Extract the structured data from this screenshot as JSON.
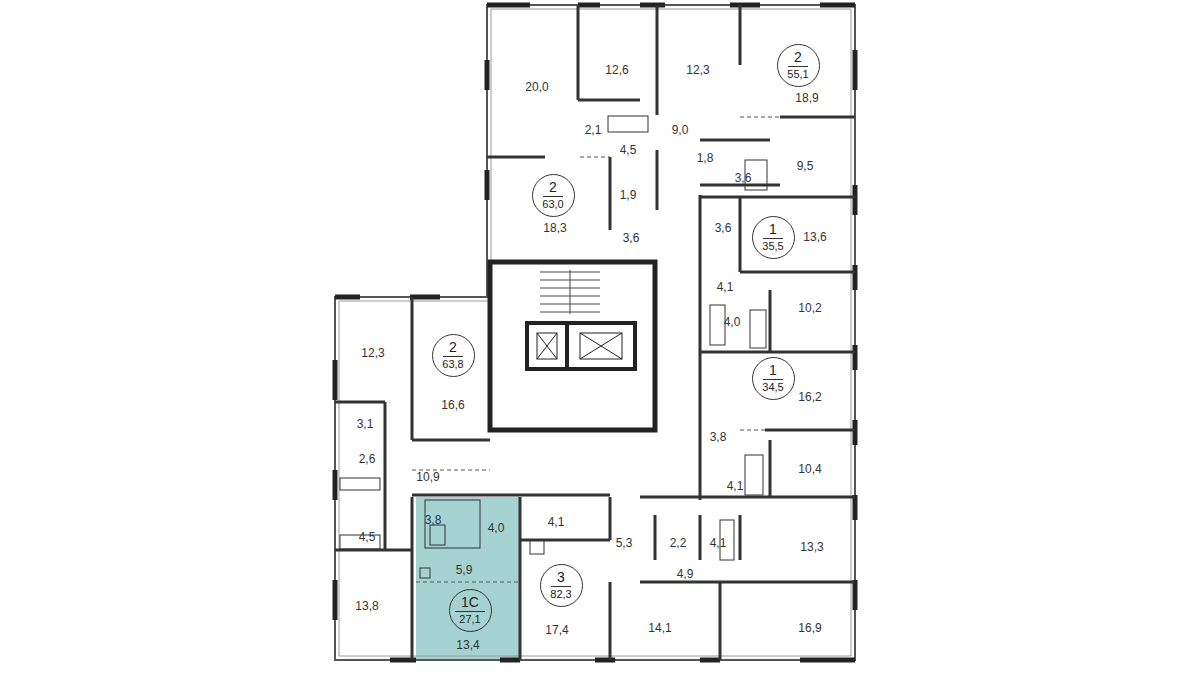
{
  "diagram": {
    "nodes": [
      {
        "text": [
          "2",
          "55,1"
        ]
      },
      {
        "text": [
          "2",
          "63,0"
        ]
      },
      {
        "text": [
          "1",
          "35,5"
        ]
      },
      {
        "text": [
          "2",
          "63,8"
        ]
      },
      {
        "text": [
          "1",
          "34,5"
        ]
      },
      {
        "text": [
          "3,8",
          "4,0",
          "5,9",
          "13,4"
        ]
      },
      {
        "text": [
          "1С",
          "27,1"
        ],
        "in": 5
      },
      {
        "text": [
          "3",
          "82,3"
        ]
      }
    ],
    "labels": [
      "20,0",
      "12,6",
      "12,3",
      "18,9",
      "2,1",
      "9,0",
      "4,5",
      "9,5",
      "1,8",
      "3,6",
      "1,9",
      "18,3",
      "3,6",
      "3,6",
      "13,6",
      "4,1",
      "4,0",
      "10,2",
      "12,3",
      "16,6",
      "16,2",
      "3,1",
      "3,8",
      "2,6",
      "10,9",
      "10,4",
      "4,1",
      "4,5",
      "4,1",
      "5,3",
      "2,2",
      "4,1",
      "13,3",
      "4,9",
      "13,8",
      "17,4",
      "14,1",
      "16,9"
    ]
  }
}
